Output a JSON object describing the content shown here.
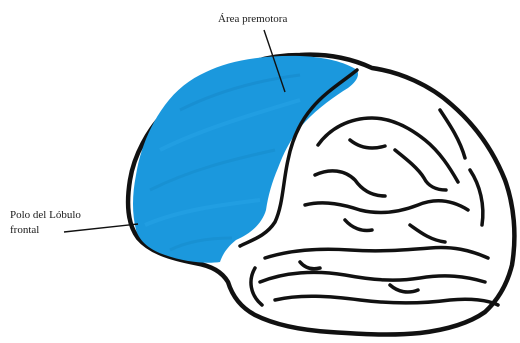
{
  "diagram": {
    "labels": {
      "premotor_area": "Área premotora",
      "frontal_pole_line1": "Polo del Lóbulo",
      "frontal_pole_line2": "frontal"
    },
    "colors": {
      "highlight": "#1b98dd",
      "outline": "#111111",
      "leader_line": "#111111",
      "background": "#ffffff"
    }
  }
}
